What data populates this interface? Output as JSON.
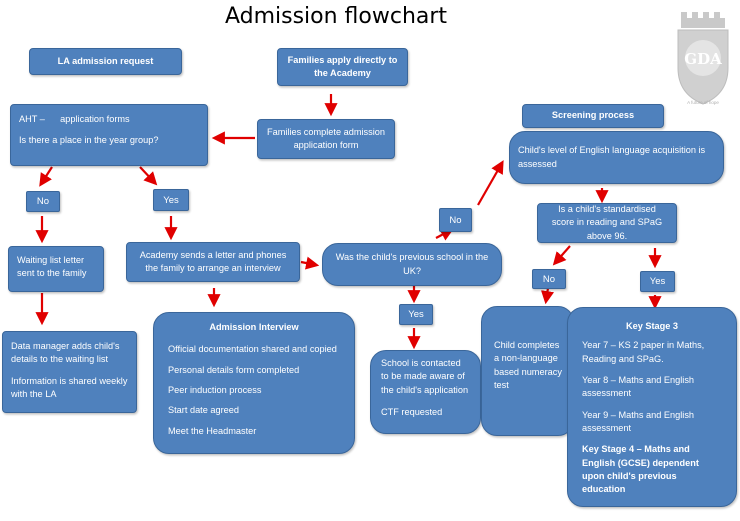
{
  "title": "Admission flowchart",
  "logo": {
    "letters": "GDA",
    "motto": "A future of hope"
  },
  "nodes": {
    "la_request": "LA admission request",
    "families_apply": "Families apply directly to the Academy",
    "aht_line": "AHT –      application forms",
    "place_question": "Is there a place in the year group?",
    "families_complete": "Families complete admission application form",
    "no_left": "No",
    "yes_left": "Yes",
    "waiting_letter": "Waiting list letter sent to the family",
    "academy_letter": "Academy sends a letter and phones the family to arrange an interview",
    "previous_school": "Was the child's previous school in the UK?",
    "no_mid": "No",
    "yes_mid": "Yes",
    "data_manager_1": "Data manager adds child's details to the waiting list",
    "data_manager_2": "Information is shared weekly with the LA",
    "interview_title": "Admission Interview",
    "interview_items": [
      "Official documentation shared and copied",
      "Personal details form completed",
      "Peer induction process",
      "Start date agreed",
      "Meet the Headmaster"
    ],
    "school_contacted": "School is contacted to be made aware of the child's application",
    "ctf_requested": "CTF requested",
    "screening": "Screening process",
    "english_level": "Child's level of English language acquisition is assessed",
    "standardised_score": "Is a child's standardised score in reading and SPaG above 96.",
    "no_right": "No",
    "yes_right": "Yes",
    "numeracy_test": "Child completes a non-language based numeracy test",
    "key_stage_3_title": "Key Stage 3",
    "year_7": "Year 7  – KS 2 paper in Maths, Reading and SPaG.",
    "year_8": "Year 8 – Maths and English assessment",
    "year_9": "Year 9 – Maths and English assessment",
    "key_stage_4": "Key Stage 4 – Maths and English (GCSE) dependent upon child's previous education"
  },
  "colors": {
    "box_fill": "#4f81bd",
    "box_border": "#3a669a",
    "arrow": "#e00000"
  }
}
